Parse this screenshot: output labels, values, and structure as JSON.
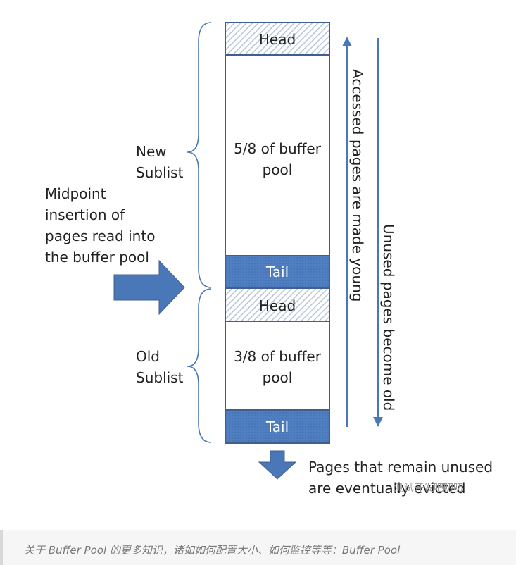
{
  "diagram": {
    "blocks": {
      "new_head": "Head",
      "new_body": [
        "5/8 of buffer",
        "pool"
      ],
      "new_tail": "Tail",
      "old_head": "Head",
      "old_body": [
        "3/8 of buffer",
        "pool"
      ],
      "old_tail": "Tail"
    },
    "labels": {
      "new_sublist": [
        "New",
        "Sublist"
      ],
      "old_sublist": [
        "Old",
        "Sublist"
      ],
      "midpoint": [
        "Midpoint",
        "insertion of",
        "pages read into",
        "the buffer pool"
      ],
      "accessed": "Accessed pages are made young",
      "unused": "Unused pages become old",
      "evicted": [
        "Pages that remain unused",
        "are eventually evicted"
      ]
    },
    "watermark": "测试开发吧叨叨",
    "colors": {
      "tail_fill": "#4f7ec1",
      "border": "#3f5f8f",
      "arrow": "#4a77b8",
      "hatch": "#b8c6d9"
    }
  },
  "caption": "关于 Buffer Pool 的更多知识，诸如如何配置大小、如何监控等等：Buffer Pool"
}
